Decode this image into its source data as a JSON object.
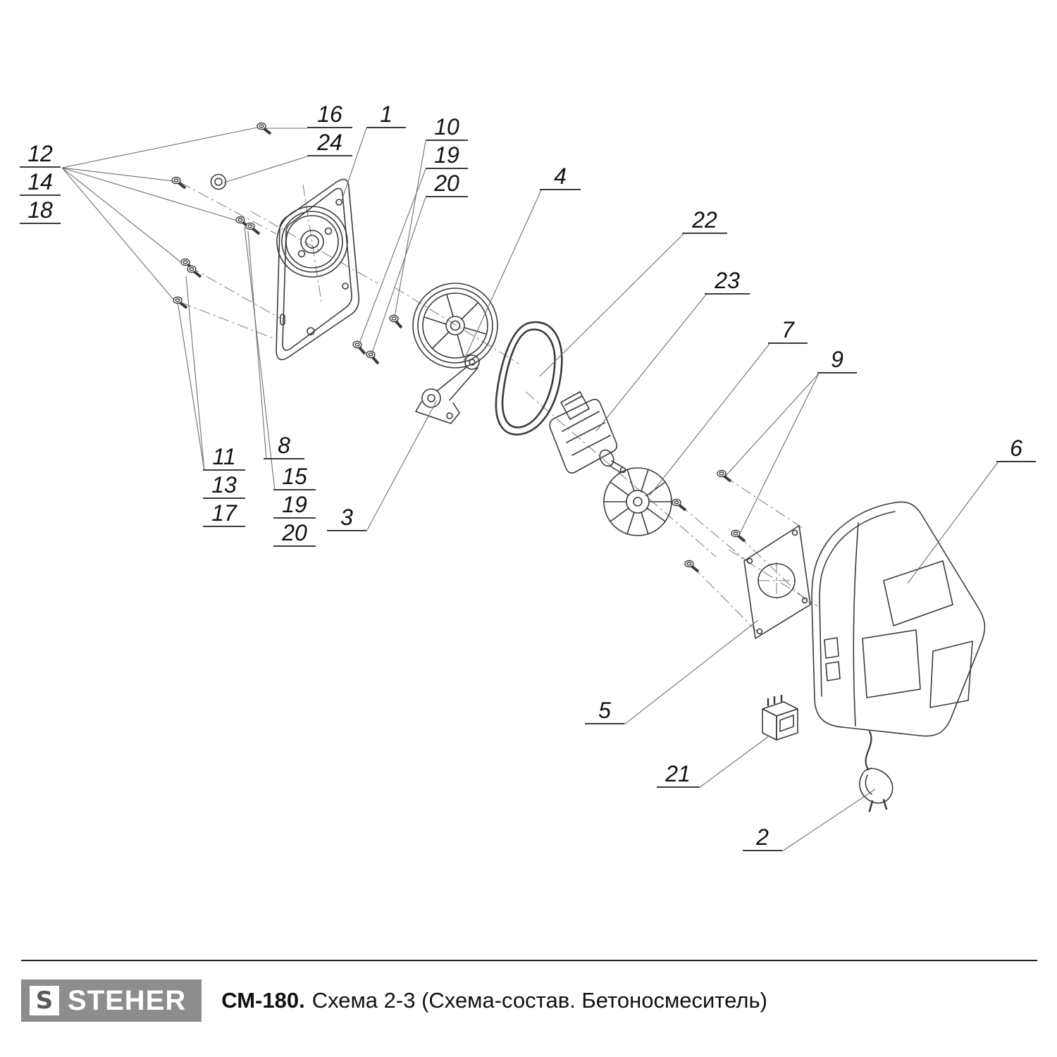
{
  "diagram": {
    "kind": "exploded-parts-diagram",
    "line_color": "#3b3b3b",
    "leader_color": "#6f6f6f"
  },
  "callouts": {
    "g16_24": [
      "16",
      "24"
    ],
    "l1": [
      "1"
    ],
    "g10_19_20": [
      "10",
      "19",
      "20"
    ],
    "g12_14_18": [
      "12",
      "14",
      "18"
    ],
    "l4": [
      "4"
    ],
    "l22": [
      "22"
    ],
    "l23": [
      "23"
    ],
    "l7": [
      "7"
    ],
    "l9": [
      "9"
    ],
    "l6": [
      "6"
    ],
    "l8": [
      "8"
    ],
    "g15_19_20": [
      "15",
      "19",
      "20"
    ],
    "g11_13_17": [
      "11",
      "13",
      "17"
    ],
    "l3": [
      "3"
    ],
    "l5": [
      "5"
    ],
    "l21": [
      "21"
    ],
    "l2": [
      "2"
    ]
  },
  "footer": {
    "logo_mark": "S",
    "brand": "STEHER",
    "model": "СМ-180.",
    "caption": "Схема 2-3 (Схема-состав. Бетоносмеситель)",
    "logo_bg": "#8d8d8d"
  }
}
